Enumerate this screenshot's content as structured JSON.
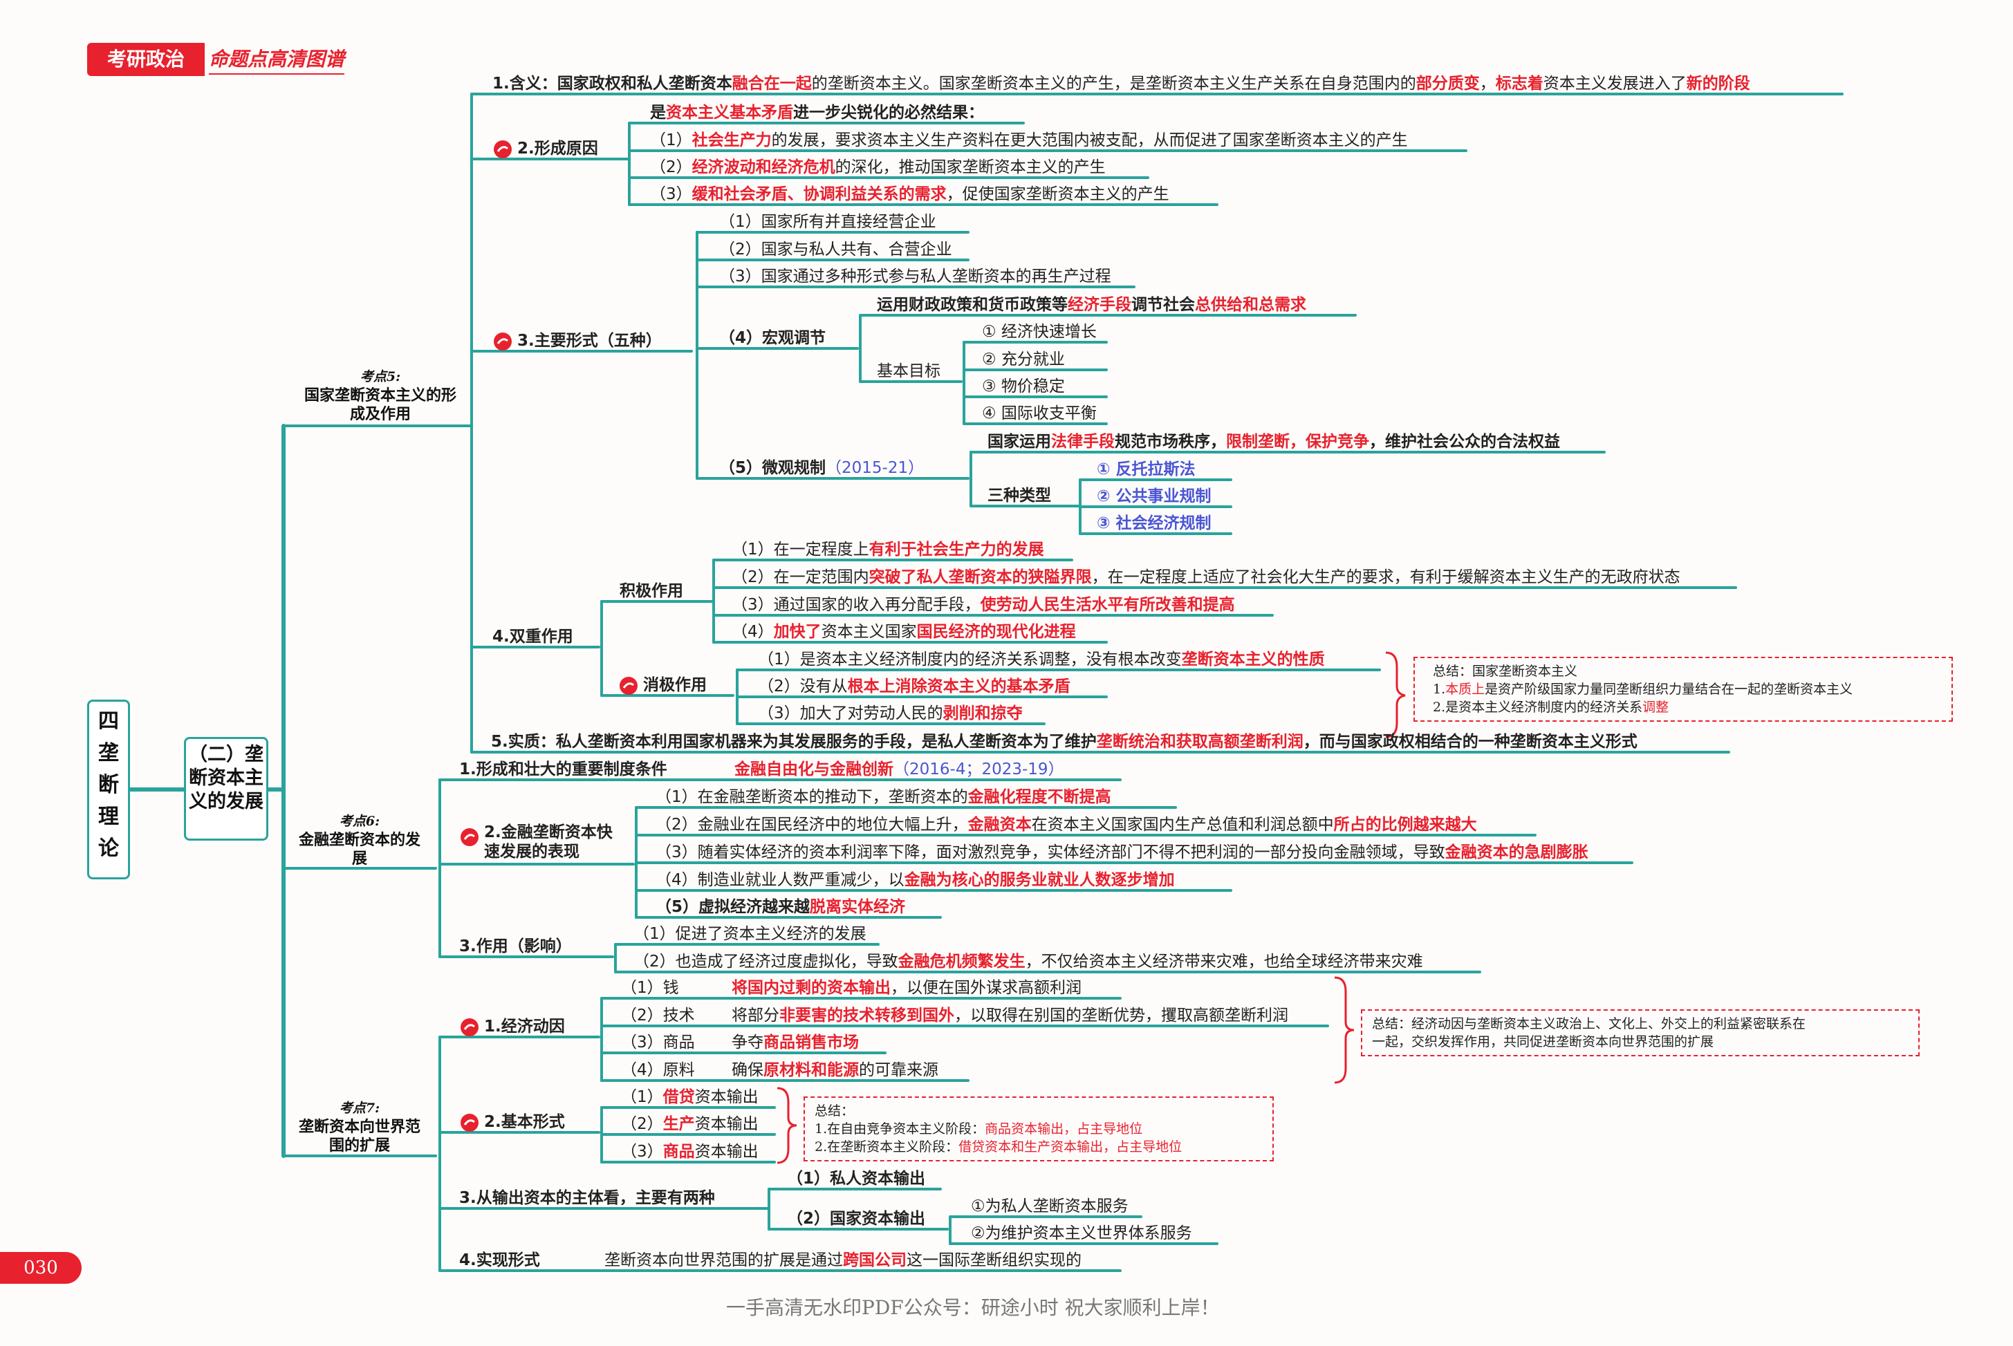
{
  "header": {
    "tag": "考研政治",
    "subtitle": "命题点高清图谱"
  },
  "page_number": "030",
  "footer": "一手高清无水印PDF公众号：研途小时  祝大家顺利上岸！",
  "colors": {
    "line": "#2aa39c",
    "accent": "#e8212e",
    "ref": "#4a55d4"
  },
  "icons": {
    "hot": "hot-point-icon"
  },
  "root": "四 垄断理论",
  "section": "（二）垄断资本主义的发展",
  "k5": {
    "head": "考点5:",
    "title": "国家垄断资本主义的形成及作用",
    "meaning": {
      "a": "1.含义：国家政权和私人垄断资本",
      "b": "融合在一起",
      "c": "的垄断资本主义。国家垄断资本主义的产生，是垄断资本主义生产关系在自身范围内的",
      "d": "部分质变",
      "e": "，",
      "f": "标志着",
      "g": "资本主义发展进入了",
      "h": "新的阶段"
    },
    "cause": {
      "label": "2.形成原因",
      "intro": {
        "a": "是",
        "b": "资本主义基本矛盾",
        "c": "进一步尖锐化的必然结果："
      },
      "c1": {
        "a": "（1）",
        "b": "社会生产力",
        "c": "的发展，要求资本主义生产资料在更大范围内被支配，从而促进了国家垄断资本主义的产生"
      },
      "c2": {
        "a": "（2）",
        "b": "经济波动和经济危机",
        "c": "的深化，推动国家垄断资本主义的产生"
      },
      "c3": {
        "a": "（3）",
        "b": "缓和社会矛盾、协调利益关系的需求",
        "c": "，促使国家垄断资本主义的产生"
      }
    },
    "forms": {
      "label": "3.主要形式（五种）",
      "f1": "（1）国家所有并直接经营企业",
      "f2": "（2）国家与私人共有、合营企业",
      "f3": "（3）国家通过多种形式参与私人垄断资本的再生产过程",
      "f4": {
        "label": "（4）宏观调节",
        "desc": {
          "a": "运用财政政策和货币政策等",
          "b": "经济手段",
          "c": "调节社会",
          "d": "总供给和总需求"
        },
        "goal_label": "基本目标",
        "goals": [
          "① 经济快速增长",
          "② 充分就业",
          "③ 物价稳定",
          "④ 国际收支平衡"
        ]
      },
      "f5": {
        "label": "（5）微观规制",
        "ref": "（2015-21）",
        "desc": {
          "a": "国家运用",
          "b": "法律手段",
          "c": "规范市场秩序，",
          "d": "限制垄断，保护竞争",
          "e": "，维护社会公众的合法权益"
        },
        "types_label": "三种类型",
        "types": [
          "① 反托拉斯法",
          "② 公共事业规制",
          "③ 社会经济规制"
        ]
      }
    },
    "dual": {
      "label": "4.双重作用",
      "pos_label": "积极作用",
      "pos": [
        {
          "a": "（1）在一定程度上",
          "b": "有利于社会生产力的发展",
          "c": ""
        },
        {
          "a": "（2）在一定范围内",
          "b": "突破了私人垄断资本的狭隘界限",
          "c": "，在一定程度上适应了社会化大生产的要求，有利于缓解资本主义生产的无政府状态"
        },
        {
          "a": "（3）通过国家的收入再分配手段，",
          "b": "使劳动人民生活水平有所改善和提高",
          "c": ""
        },
        {
          "a": "（4）",
          "b": "加快了",
          "c": "资本主义国家",
          "d": "国民经济的现代化进程"
        }
      ],
      "neg_label": "消极作用",
      "neg": [
        {
          "a": "（1）是资本主义经济制度内的经济关系调整，没有根本改变",
          "b": "垄断资本主义的性质"
        },
        {
          "a": "（2）没有从",
          "b": "根本上消除资本主义的基本矛盾"
        },
        {
          "a": "（3）加大了对劳动人民的",
          "b": "剥削和掠夺"
        }
      ],
      "summary": {
        "l1": "总结：国家垄断资本主义",
        "l2a": "1.",
        "l2b": "本质上",
        "l2c": "是资产阶级国家力量同垄断组织力量结合在一起的垄断资本主义",
        "l3a": "2.是资本主义经济制度内的经济关系",
        "l3b": "调整"
      }
    },
    "essence": {
      "a": "5.实质：私人垄断资本利用国家机器来为其发展服务的手段，是私人垄断资本为了维护",
      "b": "垄断统治和获取高额垄断利润",
      "c": "，而与国家政权相结合的一种垄断资本主义形式"
    }
  },
  "k6": {
    "head": "考点6:",
    "title": "金融垄断资本的发展",
    "cond": {
      "label": "1.形成和壮大的重要制度条件",
      "a": "金融自由化与金融创新",
      "b": "（2016-4；2023-19）"
    },
    "perf": {
      "label": "2.金融垄断资本快速发展的表现",
      "p1": {
        "a": "（1）在金融垄断资本的推动下，垄断资本的",
        "b": "金融化程度不断提高"
      },
      "p2": {
        "a": "（2）金融业在国民经济中的地位大幅上升，",
        "b": "金融资本",
        "c": "在资本主义国家国内生产总值和利润总额中",
        "d": "所占的比例越来越大"
      },
      "p3": {
        "a": "（3）随着实体经济的资本利润率下降，面对激烈竞争，实体经济部门不得不把利润的一部分投向金融领域，导致",
        "b": "金融资本的急剧膨胀"
      },
      "p4": {
        "a": "（4）制造业就业人数严重减少，以",
        "b": "金融为核心的服务业就业人数逐步增加"
      },
      "p5": {
        "a": "（5）虚拟经济越来越",
        "b": "脱离实体经济"
      }
    },
    "effect": {
      "label": "3.作用（影响）",
      "e1": "（1）促进了资本主义经济的发展",
      "e2": {
        "a": "（2）也造成了经济过度虚拟化，导致",
        "b": "金融危机频繁发生",
        "c": "，不仅给资本主义经济带来灾难，也给全球经济带来灾难"
      }
    }
  },
  "k7": {
    "head": "考点7:",
    "title": "垄断资本向世界范围的扩展",
    "motive": {
      "label": "1.经济动因",
      "items": [
        {
          "k": "（1）钱",
          "a": "",
          "b": "将国内过剩的资本输出",
          "c": "，以便在国外谋求高额利润"
        },
        {
          "k": "（2）技术",
          "a": "将部分",
          "b": "非要害的技术转移到国外",
          "c": "，以取得在别国的垄断优势，攫取高额垄断利润"
        },
        {
          "k": "（3）商品",
          "a": "争夺",
          "b": "商品销售市场",
          "c": ""
        },
        {
          "k": "（4）原料",
          "a": "确保",
          "b": "原材料和能源",
          "c": "的可靠来源"
        }
      ],
      "summary": {
        "a": "总结：经济动因与垄断资本主义政治上、文化上、外交上的利益紧密联系在",
        "b": "一起，交织发挥作用，共同促进垄断资本向世界范围的扩展"
      }
    },
    "forms": {
      "label": "2.基本形式",
      "items": [
        {
          "a": "（1）",
          "b": "借贷",
          "c": "资本输出"
        },
        {
          "a": "（2）",
          "b": "生产",
          "c": "资本输出"
        },
        {
          "a": "（3）",
          "b": "商品",
          "c": "资本输出"
        }
      ],
      "summary": {
        "l1": "总结：",
        "l2a": "1.在自由竞争资本主义阶段：",
        "l2b": "商品资本输出，占主导地位",
        "l3a": "2.在垄断资本主义阶段：",
        "l3b": "借贷资本和生产资本输出，占主导地位"
      }
    },
    "subject": {
      "label": "3.从输出资本的主体看，主要有两种",
      "s1": "（1）私人资本输出",
      "s2": "（2）国家资本输出",
      "s2a": "①为私人垄断资本服务",
      "s2b": "②为维护资本主义世界体系服务"
    },
    "realize": {
      "label": "4.实现形式",
      "a": "垄断资本向世界范围的扩展是通过",
      "b": "跨国公司",
      "c": "这一国际垄断组织实现的"
    }
  }
}
